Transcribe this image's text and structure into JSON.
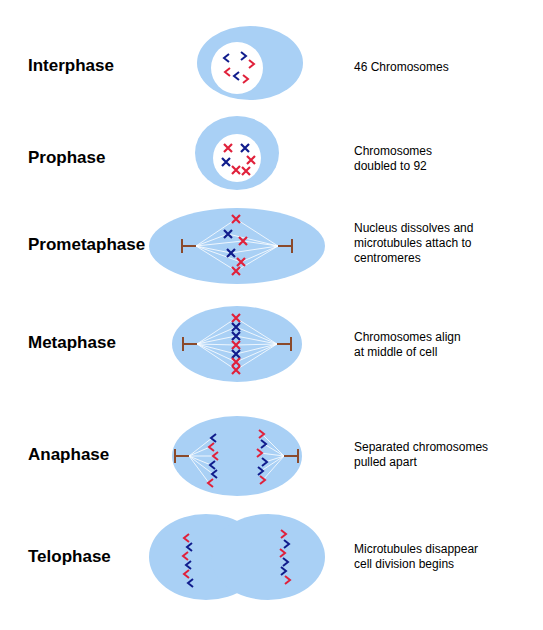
{
  "diagram": {
    "labels": [
      "Interphase",
      "46 Chromosomes",
      "Prophase",
      "Chromosomes doubled to 92",
      "Prometaphase",
      "Nucleus dissolves and microtubules attach to centromeres",
      "Metaphase",
      "Chromosomes align at middle of cell",
      "Anaphase",
      "Separated chromosomes pulled apart",
      "Telophase",
      "Microtubules disappear cell division begins"
    ]
  }
}
